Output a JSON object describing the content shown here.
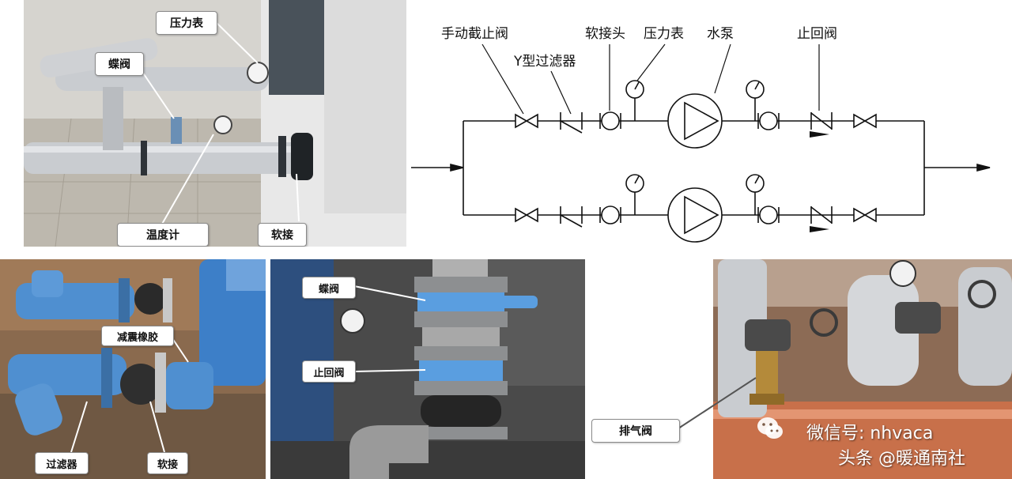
{
  "photo_top_left": {
    "labels": {
      "pressure_gauge": "压力表",
      "butterfly_valve": "蝶阀",
      "thermometer": "温度计",
      "soft_joint": "软接"
    }
  },
  "schematic": {
    "labels": {
      "manual_stop_valve": "手动截止阀",
      "y_strainer": "Y型过滤器",
      "flexible_joint": "软接头",
      "pressure_gauge": "压力表",
      "pump": "水泵",
      "check_valve": "止回阀"
    }
  },
  "photo_bottom_left": {
    "labels": {
      "vibration_rubber": "减震橡胶",
      "strainer": "过滤器",
      "soft_joint": "软接"
    }
  },
  "photo_bottom_middle": {
    "labels": {
      "butterfly_valve": "蝶阀",
      "check_valve": "止回阀"
    }
  },
  "photo_bottom_right": {
    "labels": {
      "air_vent_valve": "排气阀"
    },
    "watermark": {
      "wechat": "微信号: nhvaca",
      "toutiao": "头条 @暖通南社"
    }
  },
  "colors": {
    "pipe_blue": "#4f8fd0",
    "insulation_silver": "#c9ccd0",
    "copper_pipe": "#c8704a"
  }
}
